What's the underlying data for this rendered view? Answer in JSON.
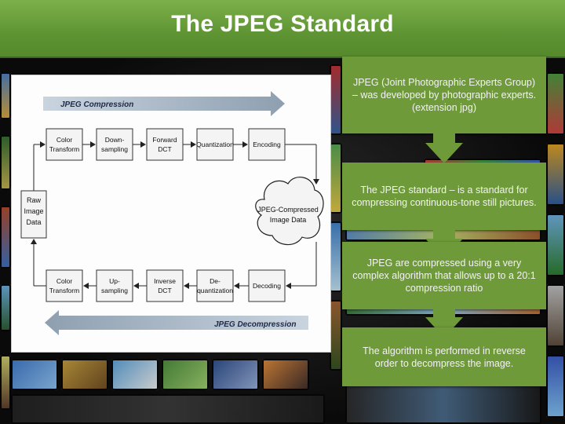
{
  "slide": {
    "title": "The JPEG Standard"
  },
  "diagram": {
    "compression_label": "JPEG Compression",
    "decompression_label": "JPEG Decompression",
    "raw_line1": "Raw",
    "raw_line2": "Image",
    "raw_line3": "Data",
    "cloud_line1": "JPEG-Compressed",
    "cloud_line2": "Image Data",
    "top_boxes": [
      {
        "line1": "Color",
        "line2": "Transform"
      },
      {
        "line1": "Down-",
        "line2": "sampling"
      },
      {
        "line1": "Forward",
        "line2": "DCT"
      },
      {
        "line1": "Quantization",
        "line2": ""
      },
      {
        "line1": "Encoding",
        "line2": ""
      }
    ],
    "bottom_boxes": [
      {
        "line1": "Color",
        "line2": "Transform"
      },
      {
        "line1": "Up-",
        "line2": "sampling"
      },
      {
        "line1": "Inverse",
        "line2": "DCT"
      },
      {
        "line1": "De-",
        "line2": "quantization"
      },
      {
        "line1": "Decoding",
        "line2": ""
      }
    ]
  },
  "steps": [
    "JPEG (Joint Photographic Experts Group) – was developed by photographic experts. (extension jpg)",
    "The JPEG standard – is a standard for compressing continuous-tone still pictures.",
    "JPEG are compressed using a very complex algorithm that allows up to a 20:1 compression ratio",
    "The algorithm is performed in reverse order to decompress the image."
  ],
  "colors": {
    "title_bar": "#5e9433",
    "step_fill": "#6f9a3a"
  }
}
